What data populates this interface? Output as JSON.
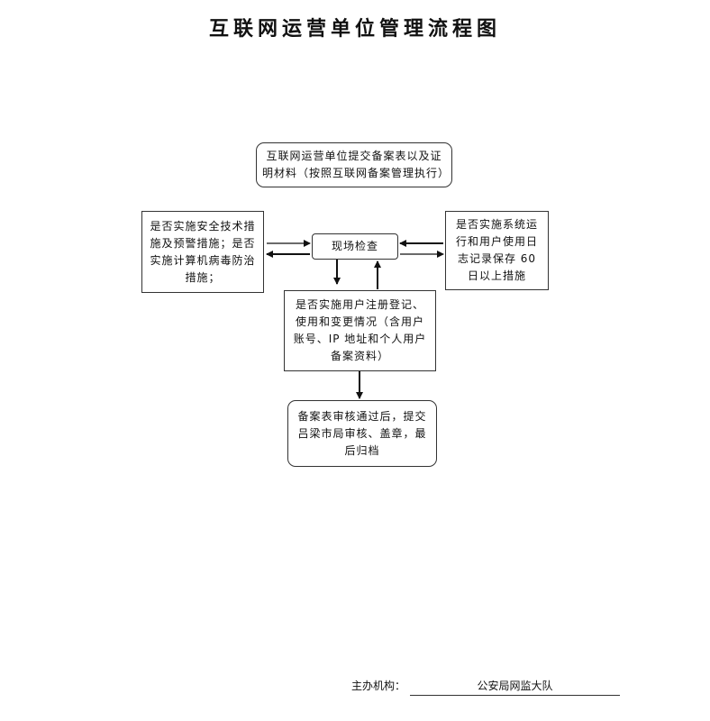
{
  "title": "互联网运营单位管理流程图",
  "nodes": {
    "submit": "互联网运营单位提交备案表以及证明材料（按照互联网备案管理执行）",
    "left_check": "是否实施安全技术措施及预警措施；是否实施计算机病毒防治措施；",
    "onsite": "现场检查",
    "right_check": "是否实施系统运行和用户使用日志记录保存 60 日以上措施",
    "user_check": "是否实施用户注册登记、使用和变更情况（含用户账号、IP 地址和个人用户备案资料）",
    "final": "备案表审核通过后，提交吕梁市局审核、盖章，最后归档"
  },
  "footer": {
    "label": "主办机构：",
    "value": "公安局网监大队"
  }
}
